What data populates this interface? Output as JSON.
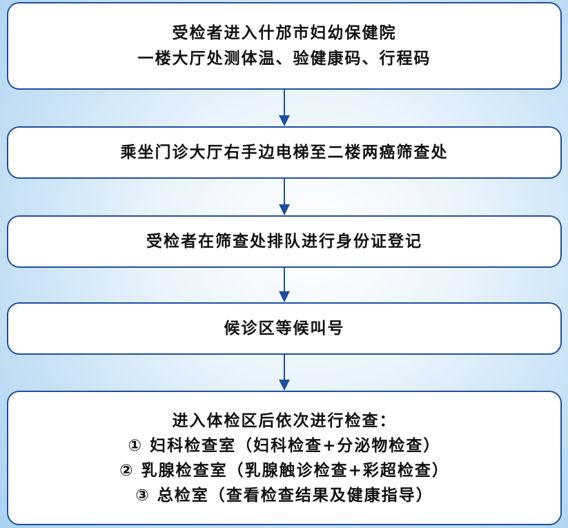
{
  "steps": [
    {
      "lines": [
        "受检者进入什邡市妇幼保健院",
        "一楼大厅处测体温、验健康码、行程码"
      ]
    },
    {
      "lines": [
        "乘坐门诊大厅右手边电梯至二楼两癌筛查处"
      ]
    },
    {
      "lines": [
        "受检者在筛查处排队进行身份证登记"
      ]
    },
    {
      "lines": [
        "候诊区等候叫号"
      ]
    },
    {
      "lines": [
        "进入体检区后依次进行检查：",
        "① 妇科检查室（妇科检查+分泌物检查）",
        "② 乳腺检查室（乳腺触诊检查+彩超检查）",
        "③ 总检室（查看检查结果及健康指导）"
      ]
    }
  ],
  "colors": {
    "border": "#1f4e9c",
    "arrow": "#1f4e9c",
    "box_fill": "#ffffff",
    "text": "#111111"
  }
}
